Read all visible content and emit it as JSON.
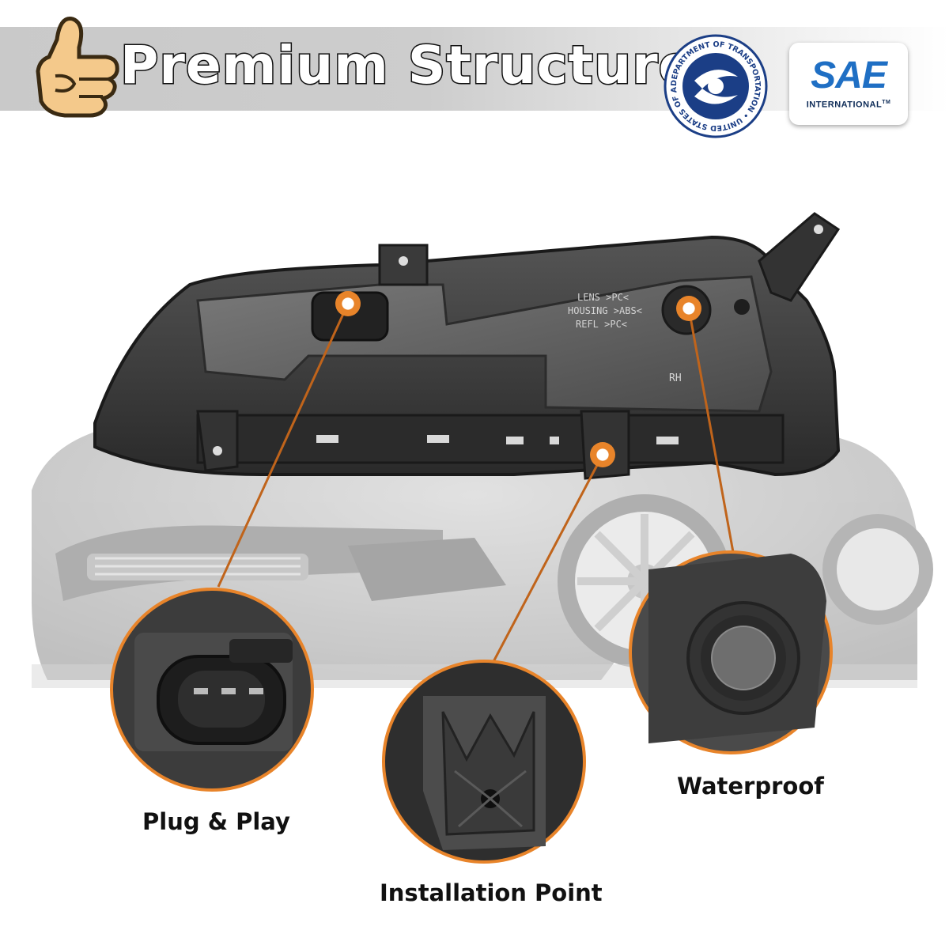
{
  "header": {
    "title": "Premium Structure",
    "icon": "thumbs-up-icon"
  },
  "logos": {
    "dot_seal_text": "DEPARTMENT OF TRANSPORTATION • UNITED STATES OF AMERICA •",
    "sae_main": "SAE",
    "sae_sub": "INTERNATIONAL",
    "sae_tm": "TM"
  },
  "housing_markings": {
    "lens": "LENS >PC<",
    "housing": "HOUSING >ABS<",
    "refl": "REFL >PC<",
    "side": "RH"
  },
  "callouts": [
    {
      "label": "Plug & Play"
    },
    {
      "label": "Installation Point"
    },
    {
      "label": "Waterproof"
    }
  ],
  "colors": {
    "accent": "#e8842a",
    "leader_line": "#c0641b",
    "sae_blue": "#1f6fc4",
    "dot_blue": "#1b3e86"
  }
}
